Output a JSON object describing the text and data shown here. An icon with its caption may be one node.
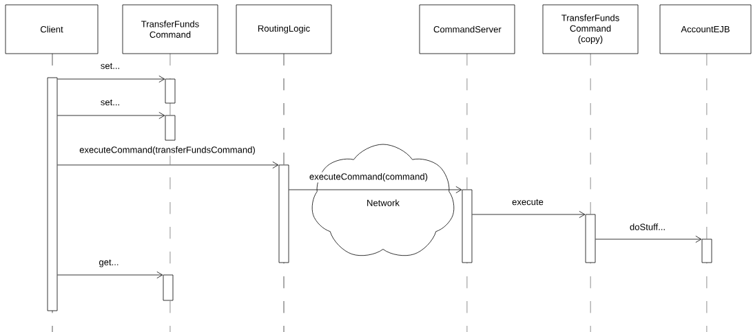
{
  "diagram": {
    "nodes": [
      {
        "text": [
          "Client"
        ]
      },
      {
        "text": [
          "TransferFunds Command"
        ]
      },
      {
        "text": [
          "RoutingLogic"
        ]
      },
      {
        "text": [
          "CommandServer"
        ]
      },
      {
        "text": [
          "TransferFunds Command (copy)"
        ]
      },
      {
        "text": [
          "AccountEJB"
        ]
      },
      {
        "text": [],
        "shape": "bar"
      },
      {
        "text": [],
        "shape": "bar"
      },
      {
        "text": [],
        "shape": "bar"
      },
      {
        "text": [],
        "shape": "bar"
      },
      {
        "text": [],
        "shape": "bar"
      },
      {
        "text": [],
        "shape": "bar"
      },
      {
        "text": [],
        "shape": "bar"
      },
      {
        "text": [],
        "shape": "bar"
      }
    ],
    "edges": [
      {
        "from": 6,
        "to": 7,
        "arrow": "to",
        "label": "set..."
      },
      {
        "from": 6,
        "to": 8,
        "arrow": "to",
        "label": "set..."
      },
      {
        "from": 6,
        "to": 10,
        "arrow": "to",
        "label": "executeCommand(transferFundsCommand)"
      },
      {
        "from": 10,
        "to": 11,
        "arrow": "to",
        "label": "executeCommand(command)"
      },
      {
        "from": 11,
        "to": 12,
        "arrow": "to",
        "label": "execute"
      },
      {
        "from": 12,
        "to": 13,
        "arrow": "to",
        "label": "doStuff..."
      },
      {
        "from": 6,
        "to": 9,
        "arrow": "to",
        "label": "get..."
      }
    ],
    "labels": [
      "Network"
    ]
  }
}
